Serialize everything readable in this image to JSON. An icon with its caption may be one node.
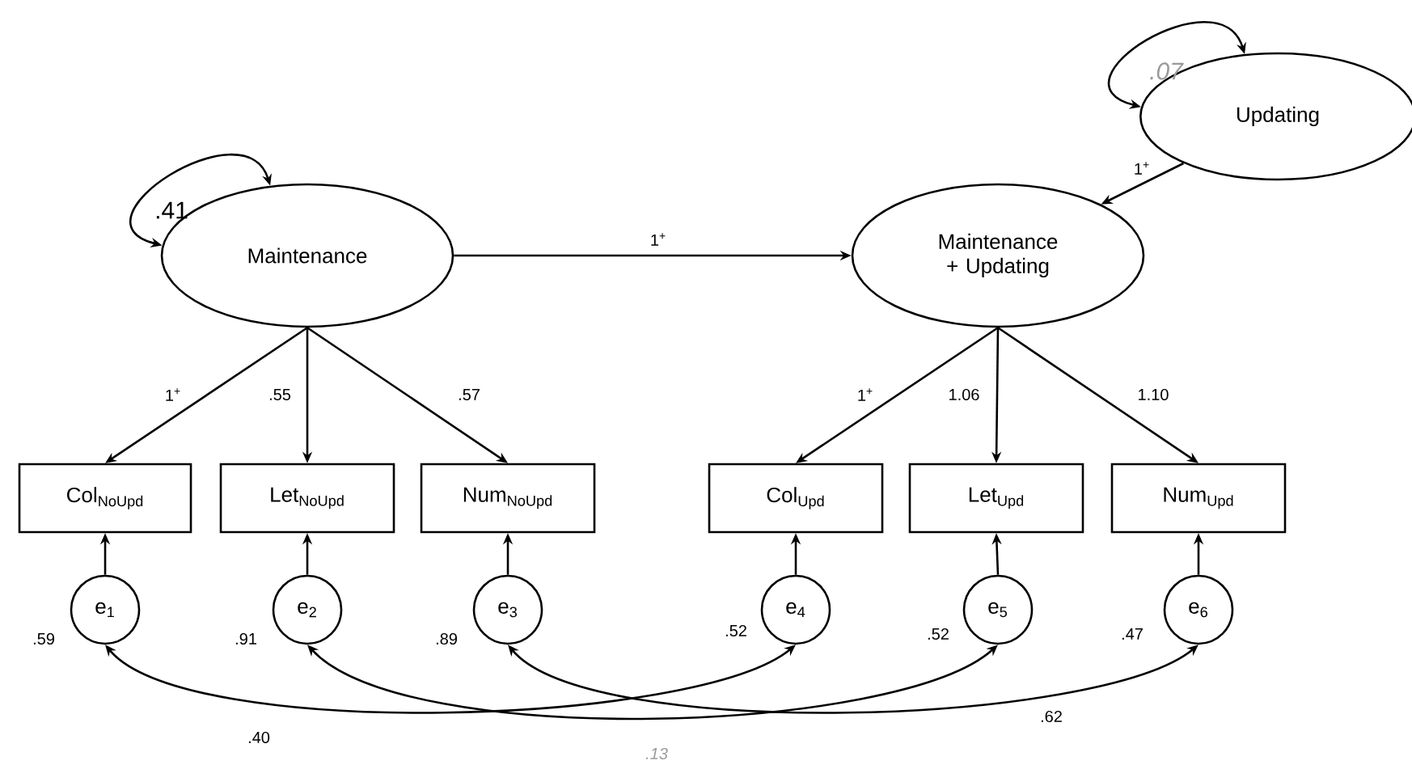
{
  "diagram": {
    "nodes": [
      {
        "text": [
          "Maintenance"
        ]
      },
      {
        "text": [
          "Updating"
        ]
      },
      {
        "text": [
          "Maintenance + Updating"
        ]
      },
      {
        "text": [
          "Col$_{NoUpd}$"
        ]
      },
      {
        "text": [
          "Let$_{NoUpd}$"
        ]
      },
      {
        "text": [
          "Num$_{NoUpd}$"
        ]
      },
      {
        "text": [
          "Col$_{Upd}$"
        ]
      },
      {
        "text": [
          "Let$_{Upd}$"
        ]
      },
      {
        "text": [
          "Num$_{Upd}$"
        ]
      },
      {
        "text": [
          "e$_{1}$"
        ],
        "beside": [
          ".59"
        ]
      },
      {
        "text": [
          "e$_{2}$"
        ],
        "beside": [
          ".91"
        ]
      },
      {
        "text": [
          "e$_{3}$"
        ],
        "beside": [
          ".89"
        ]
      },
      {
        "text": [
          "e$_{4}$"
        ],
        "beside": [
          ".52"
        ]
      },
      {
        "text": [
          "e$_{5}$"
        ],
        "beside": [
          ".52"
        ]
      },
      {
        "text": [
          "e$_{6}$"
        ],
        "beside": [
          ".47"
        ]
      }
    ],
    "edges": [
      {
        "from": 0,
        "to": 2,
        "arrow": "to",
        "label": "1$^{+}$"
      },
      {
        "from": 1,
        "to": 2,
        "arrow": "to",
        "label": "1$^{+}$"
      },
      {
        "from": 0,
        "to": 3,
        "arrow": "to",
        "label": "1$^{+}$"
      },
      {
        "from": 0,
        "to": 4,
        "arrow": "to",
        "label": ".55"
      },
      {
        "from": 0,
        "to": 5,
        "arrow": "to",
        "label": ".57"
      },
      {
        "from": 2,
        "to": 6,
        "arrow": "to",
        "label": "1$^{+}$"
      },
      {
        "from": 2,
        "to": 7,
        "arrow": "to",
        "label": "1.06"
      },
      {
        "from": 2,
        "to": 8,
        "arrow": "to",
        "label": "1.10"
      },
      {
        "from": 9,
        "to": 3,
        "arrow": "to"
      },
      {
        "from": 10,
        "to": 4,
        "arrow": "to"
      },
      {
        "from": 11,
        "to": 5,
        "arrow": "to"
      },
      {
        "from": 12,
        "to": 6,
        "arrow": "to"
      },
      {
        "from": 13,
        "to": 7,
        "arrow": "to"
      },
      {
        "from": 14,
        "to": 8,
        "arrow": "to"
      },
      {
        "from": 9,
        "to": 12,
        "arrow": "both",
        "label": ".40"
      },
      {
        "from": 10,
        "to": 13,
        "arrow": "both",
        "label": ".13"
      },
      {
        "from": 11,
        "to": 14,
        "arrow": "both",
        "label": ".62"
      },
      {
        "from": 0,
        "to": 0,
        "arrow": "both",
        "label": ".41"
      },
      {
        "from": 1,
        "to": 1,
        "arrow": "both",
        "label": ".07"
      }
    ]
  }
}
